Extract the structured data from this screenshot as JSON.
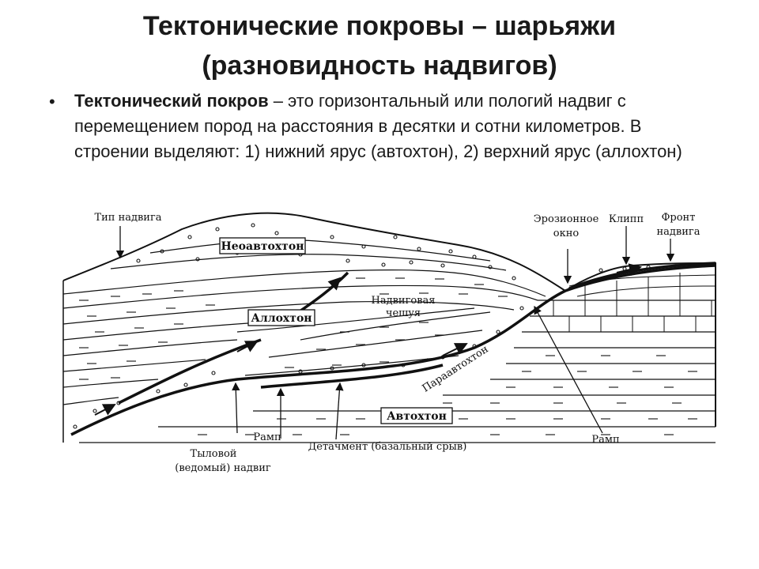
{
  "title": {
    "line1": "Тектонические покровы – шарьяжи",
    "line2": "(разновидность надвигов)"
  },
  "bullet": {
    "term": "Тектонический покров",
    "definition": " – это горизонтальный или пологий надвиг с перемещением пород на расстояния в десятки и сотни километров. В строении выделяют: 1) нижний ярус (автохтон), 2) верхний ярус (аллохтон)"
  },
  "diagram": {
    "labels": {
      "thrust_tip": "Тип надвига",
      "neoautochthon": "Неоавтохтон",
      "allochthon": "Аллохтон",
      "thrust_sheet_1": "Надвиговая",
      "thrust_sheet_2": "чешуя",
      "parautochthon": "Параавтохтон",
      "autochthon": "Автохтон",
      "erosion_window_1": "Эрозионное",
      "erosion_window_2": "окно",
      "klippe": "Клипп",
      "thrust_front_1": "Фронт",
      "thrust_front_2": "надвига",
      "ramp_left": "Рамп",
      "ramp_right": "Рамп",
      "detachment": "Детачмент (базальный срыв)",
      "rear_thrust_1": "Тыловой",
      "rear_thrust_2": "(ведомый) надвиг"
    }
  },
  "colors": {
    "ink": "#111111",
    "background": "#ffffff"
  }
}
